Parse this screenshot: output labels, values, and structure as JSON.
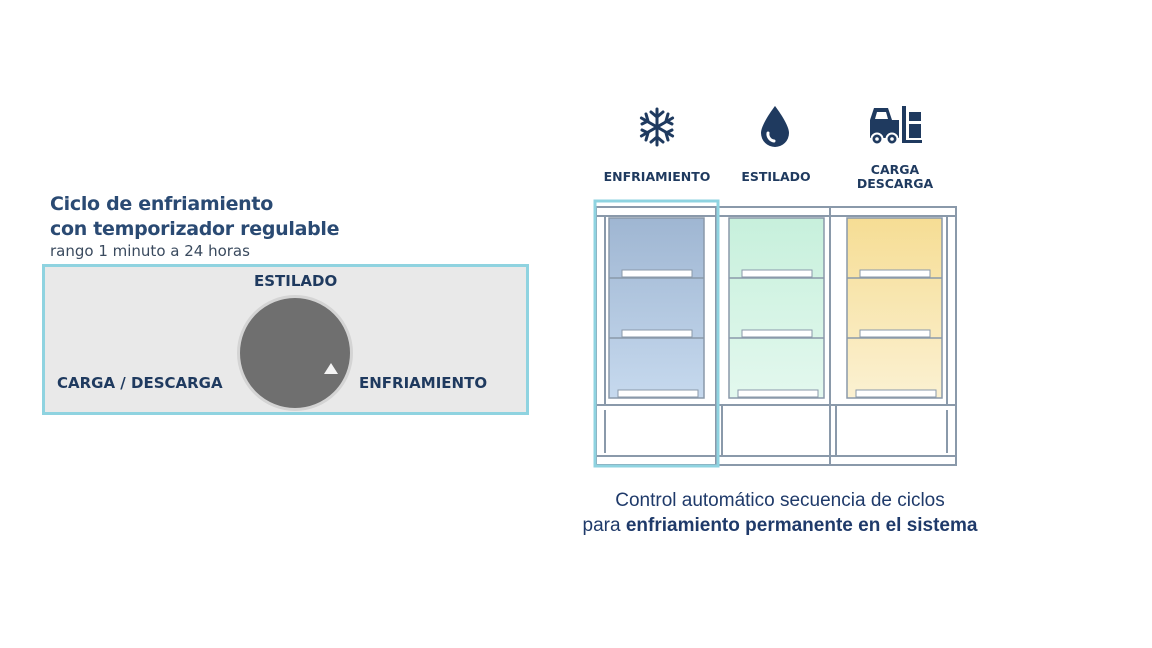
{
  "timer": {
    "title_line1": "Ciclo de enfriamiento",
    "title_line2": "con temporizador regulable",
    "subtitle": "rango 1 minuto a 24 horas",
    "dial_labels": {
      "top": "ESTILADO",
      "left": "CARGA / DESCARGA",
      "right": "ENFRIAMIENTO"
    }
  },
  "stages": [
    {
      "label": "ENFRIAMIENTO",
      "icon": "snowflake-icon",
      "color": "#a9c2de"
    },
    {
      "label": "ESTILADO",
      "icon": "water-drop-icon",
      "color": "#c9f0de"
    },
    {
      "label_line1": "CARGA",
      "label_line2": "DESCARGA",
      "icon": "forklift-icon",
      "color": "#f6df9a"
    }
  ],
  "caption": {
    "line1": "Control automático secuencia de ciclos",
    "line2_prefix": "para ",
    "line2_bold": "enfriamiento permanente en el sistema"
  },
  "colors": {
    "frame": "#8a99aa",
    "highlight": "#8fd3e0",
    "icon_navy": "#1f3a5f",
    "dial": "#6f6f6f",
    "panel": "#e9e9e9"
  }
}
